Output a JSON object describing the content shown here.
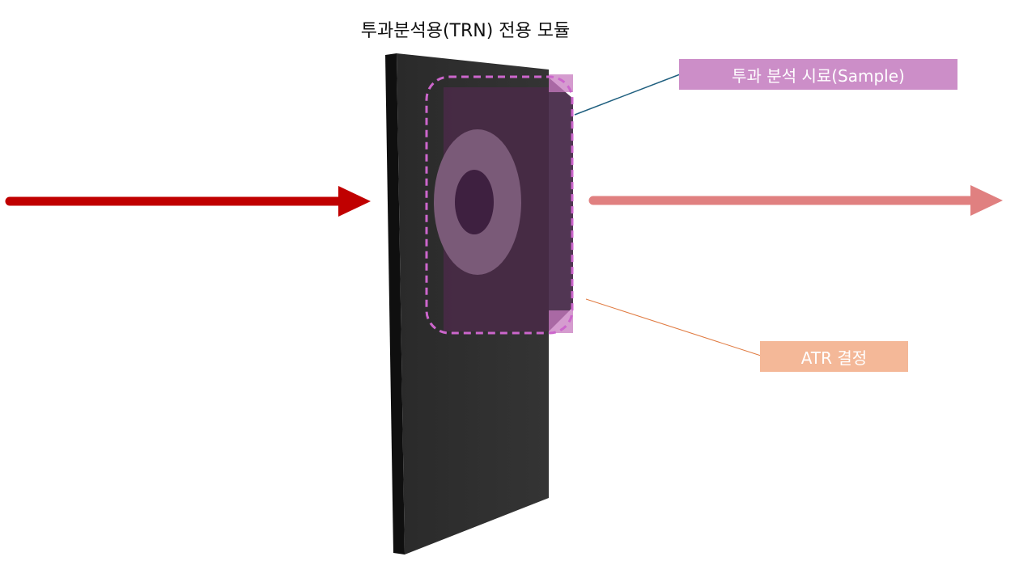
{
  "title": "투과분석용(TRN) 전용 모듈",
  "labels": {
    "sample": "투과 분석 시료(Sample)",
    "atr": "ATR 결정"
  },
  "colors": {
    "incident_beam": "#c00000",
    "transmitted_beam": "#e08080",
    "module_plate": "#2f2f2f",
    "sample_highlight": "#cc66cc",
    "sample_label_bg": "#cc8ec8",
    "atr_label_bg": "#f4b898",
    "sample_leader_line": "#1f5f7f",
    "atr_leader_line": "#e07a40"
  }
}
